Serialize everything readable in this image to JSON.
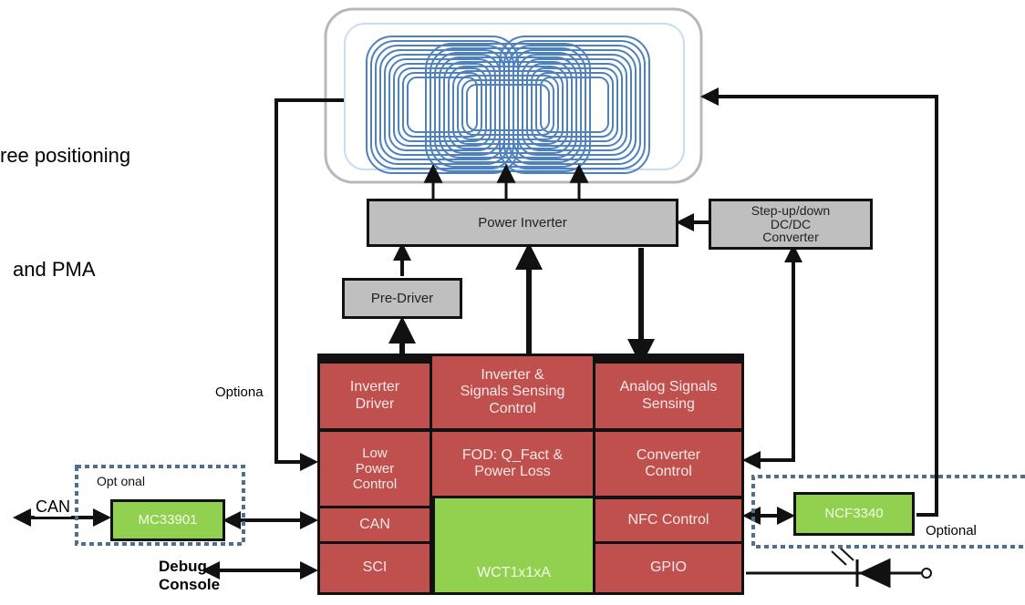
{
  "side_text": {
    "line1": "ree positioning",
    "line2": "and PMA"
  },
  "blocks": {
    "power_inverter": "Power Inverter",
    "step_up_down": "Step-up/down\nDC/DC\nConverter",
    "pre_driver": "Pre-Driver",
    "inverter_driver": "Inverter\nDriver",
    "inverter_signals": "Inverter  &\nSignals Sensing\nControl",
    "analog_signals": "Analog Signals\nSensing",
    "low_power": "Low\nPower\nControl",
    "fod": "FOD: Q_Fact &\nPower Loss",
    "converter_control": "Converter\nControl",
    "can": "CAN",
    "nfc_control": "NFC Control",
    "sci": "SCI",
    "gpio": "GPIO",
    "wct": "WCT1x1xA",
    "mc33901": "MC33901",
    "ncf3340": "NCF3340"
  },
  "labels": {
    "optional_left": "Optiona",
    "optional_mc": "Opt onal",
    "optional_ncf": "Optional",
    "can_ext": "CAN",
    "debug": "Debug\nConsole"
  },
  "colors": {
    "block_red": "#c0504d",
    "block_gray": "#bfbfbf",
    "block_green": "#92d050",
    "coil_blue": "#4f81bd",
    "dotted_border": "#4f6f8f"
  }
}
